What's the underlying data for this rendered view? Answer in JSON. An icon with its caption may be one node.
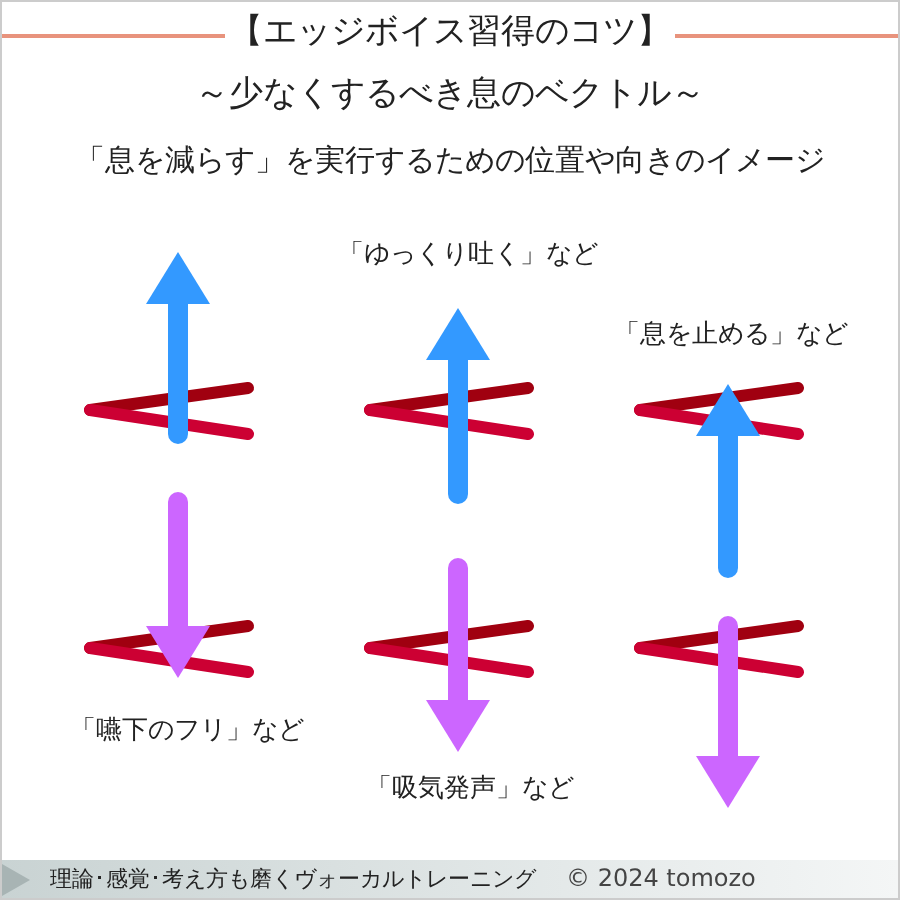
{
  "diagram": {
    "title": "【エッジボイス習得のコツ】",
    "labels": [
      "～少なくするべき息のベクトル～",
      "「息を減らす」を実行するための位置や向きのイメージ",
      "「ゆっくり吐く」など",
      "「息を止める」など",
      "「嚥下のフリ」など",
      "「吸気発声」など",
      "理論･感覚･考え方も磨くヴォーカルトレーニング",
      "© 2024 tomozo"
    ]
  }
}
